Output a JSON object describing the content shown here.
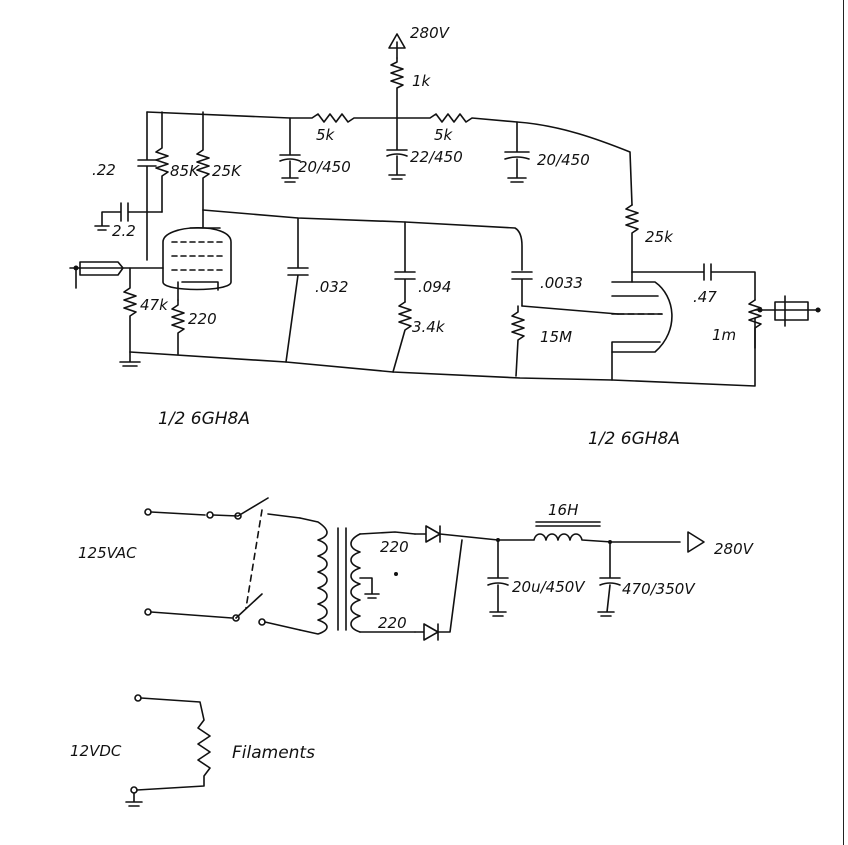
{
  "labels": {
    "supply_top": "280V",
    "r_1k": "1k",
    "r_5k_left": "5k",
    "r_5k_right": "5k",
    "c_22_450": "22/450",
    "c_20_450_left": "20/450",
    "c_20_450_right": "20/450",
    "c_22": ".22",
    "r_85k": "85K",
    "r_25k_left": "25K",
    "c_2_2": "2.2",
    "r_47k": "47k",
    "r_220": "220",
    "c_032": ".032",
    "c_094": ".094",
    "r_3_4k": "3.4k",
    "c_0033": ".0033",
    "r_15m": "15M",
    "r_25k_right": "25k",
    "c_47": ".47",
    "r_1m": "1m",
    "tube_left": "1/2 6GH8A",
    "tube_right": "1/2 6GH8A",
    "ac_input": "125VAC",
    "winding_top": "220",
    "winding_bottom": "220",
    "choke": "16H",
    "c_20u_450v": "20u/450V",
    "c_470_350v": "470/350V",
    "supply_out": "280V",
    "dc_input": "12VDC",
    "filaments": "Filaments"
  }
}
